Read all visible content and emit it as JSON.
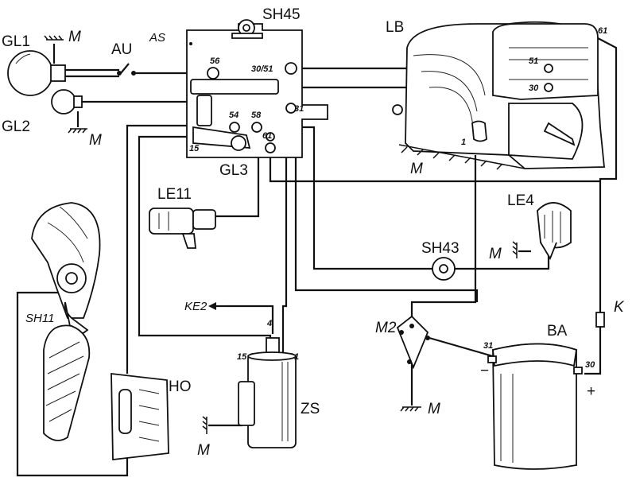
{
  "labels": {
    "gl1": "GL1",
    "gl2": "GL2",
    "gl3": "GL3",
    "au": "AU",
    "as": "AS",
    "sh45": "SH45",
    "lb": "LB",
    "le11": "LE11",
    "le4": "LE4",
    "sh43": "SH43",
    "sh11": "SH11",
    "ho": "HO",
    "zs": "ZS",
    "ke2": "KE2",
    "m2": "M2",
    "ba": "BA",
    "k": "K",
    "m": "M",
    "minus": "−",
    "plus": "+"
  },
  "terminals": {
    "t56": "56",
    "t30_51": "30/51",
    "t31_as": "31",
    "t54": "54",
    "t58": "58",
    "t61_as": "61",
    "t15_as": "15",
    "t51_lb": "51",
    "t30_lb": "30",
    "t61_lb": "61",
    "t1_lb": "1",
    "t4_zs": "4",
    "t15_zs": "15",
    "t1_zs": "1",
    "t31_ba": "31",
    "t30_ba": "30"
  }
}
